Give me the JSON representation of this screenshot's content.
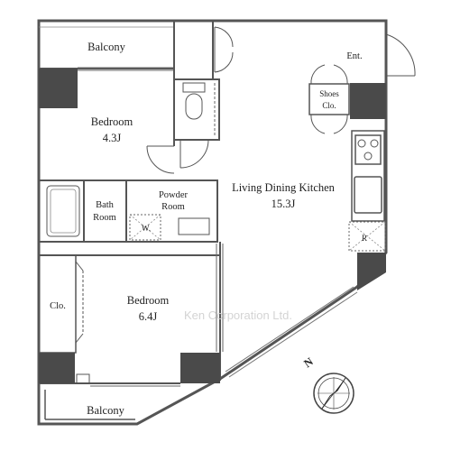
{
  "rooms": {
    "balcony_top": "Balcony",
    "bedroom1_name": "Bedroom",
    "bedroom1_size": "4.3J",
    "bath_line1": "Bath",
    "bath_line2": "Room",
    "powder_line1": "Powder",
    "powder_line2": "Room",
    "washer": "W.",
    "ldk_name": "Living Dining Kitchen",
    "ldk_size": "15.3J",
    "entrance": "Ent.",
    "shoes_line1": "Shoes",
    "shoes_line2": "Clo.",
    "fridge": "R",
    "closet": "Clo.",
    "bedroom2_name": "Bedroom",
    "bedroom2_size": "6.4J",
    "balcony_bottom": "Balcony"
  },
  "watermark": "Ken Corporation Ltd.",
  "compass": {
    "north_label": "N",
    "icon": "compass-icon"
  },
  "colors": {
    "wall": "#555555",
    "line": "#444444",
    "column": "#4a4a4a"
  }
}
